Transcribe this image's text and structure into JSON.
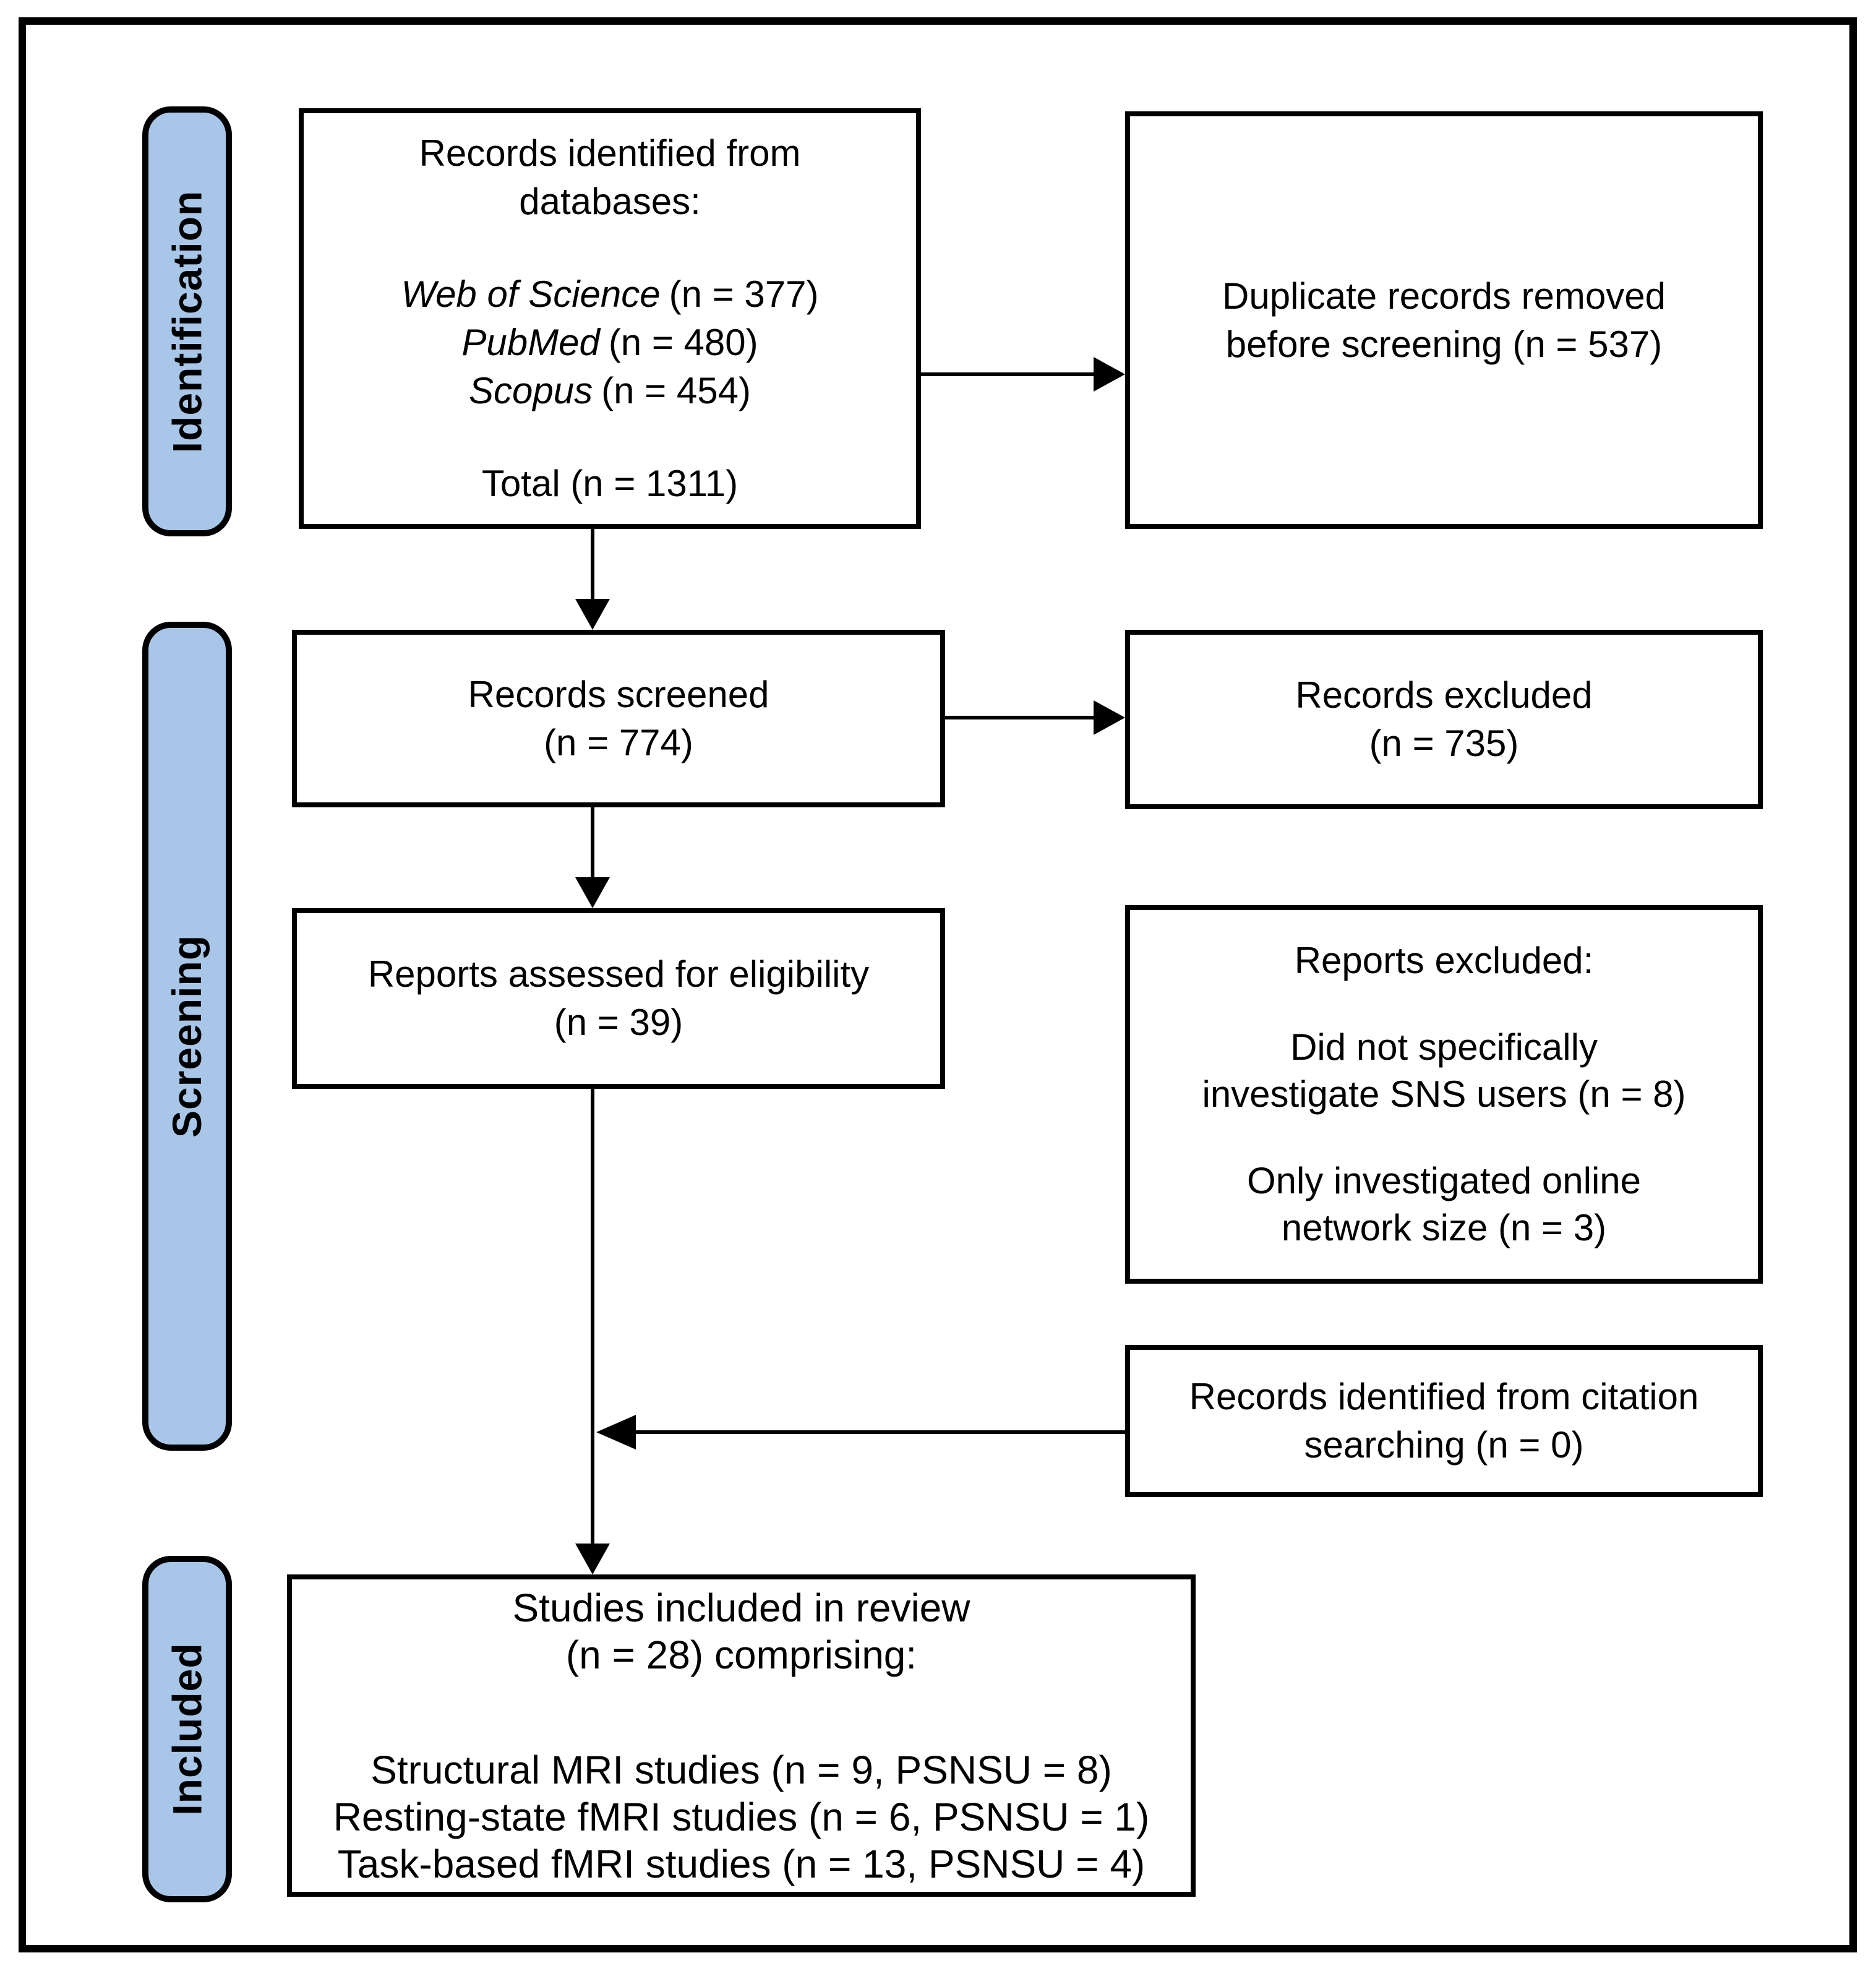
{
  "figure": {
    "kind": "PRISMA flow diagram"
  },
  "colors": {
    "stage_fill": "#a8c6e8",
    "line": "#000000",
    "box_fill": "#ffffff",
    "background": "#ffffff"
  },
  "stages": [
    {
      "label": "Identification"
    },
    {
      "label": "Screening"
    },
    {
      "label": "Included"
    }
  ],
  "boxes": {
    "records_identified": {
      "line1": "Records identified from",
      "line2": "databases:",
      "sources": [
        {
          "name": "Web of Science",
          "count": "(n = 377)"
        },
        {
          "name": "PubMed",
          "count": "(n = 480)"
        },
        {
          "name": "Scopus",
          "count": "(n = 454)"
        }
      ],
      "total": "Total (n = 1311)"
    },
    "duplicates_removed": {
      "line1": "Duplicate records removed",
      "line2": "before screening (n = 537)"
    },
    "records_screened": {
      "line1": "Records screened",
      "line2": "(n = 774)"
    },
    "records_excluded": {
      "line1": "Records excluded",
      "line2": "(n = 735)"
    },
    "reports_assessed": {
      "line1": "Reports assessed for eligibility",
      "line2": "(n = 39)"
    },
    "reports_excluded": {
      "title": "Reports excluded:",
      "reason1_line1": "Did not specifically",
      "reason1_line2": "investigate SNS users (n = 8)",
      "reason2_line1": "Only investigated online",
      "reason2_line2": "network size (n = 3)"
    },
    "citation_search": {
      "line1": "Records identified from citation",
      "line2": "searching (n = 0)"
    },
    "studies_included": {
      "line1": "Studies included in review",
      "line2": "(n = 28) comprising:",
      "items": [
        "Structural MRI studies (n = 9, PSNSU = 8)",
        "Resting-state fMRI studies (n = 6, PSNSU = 1)",
        "Task-based fMRI studies (n = 13, PSNSU = 4)"
      ]
    }
  }
}
